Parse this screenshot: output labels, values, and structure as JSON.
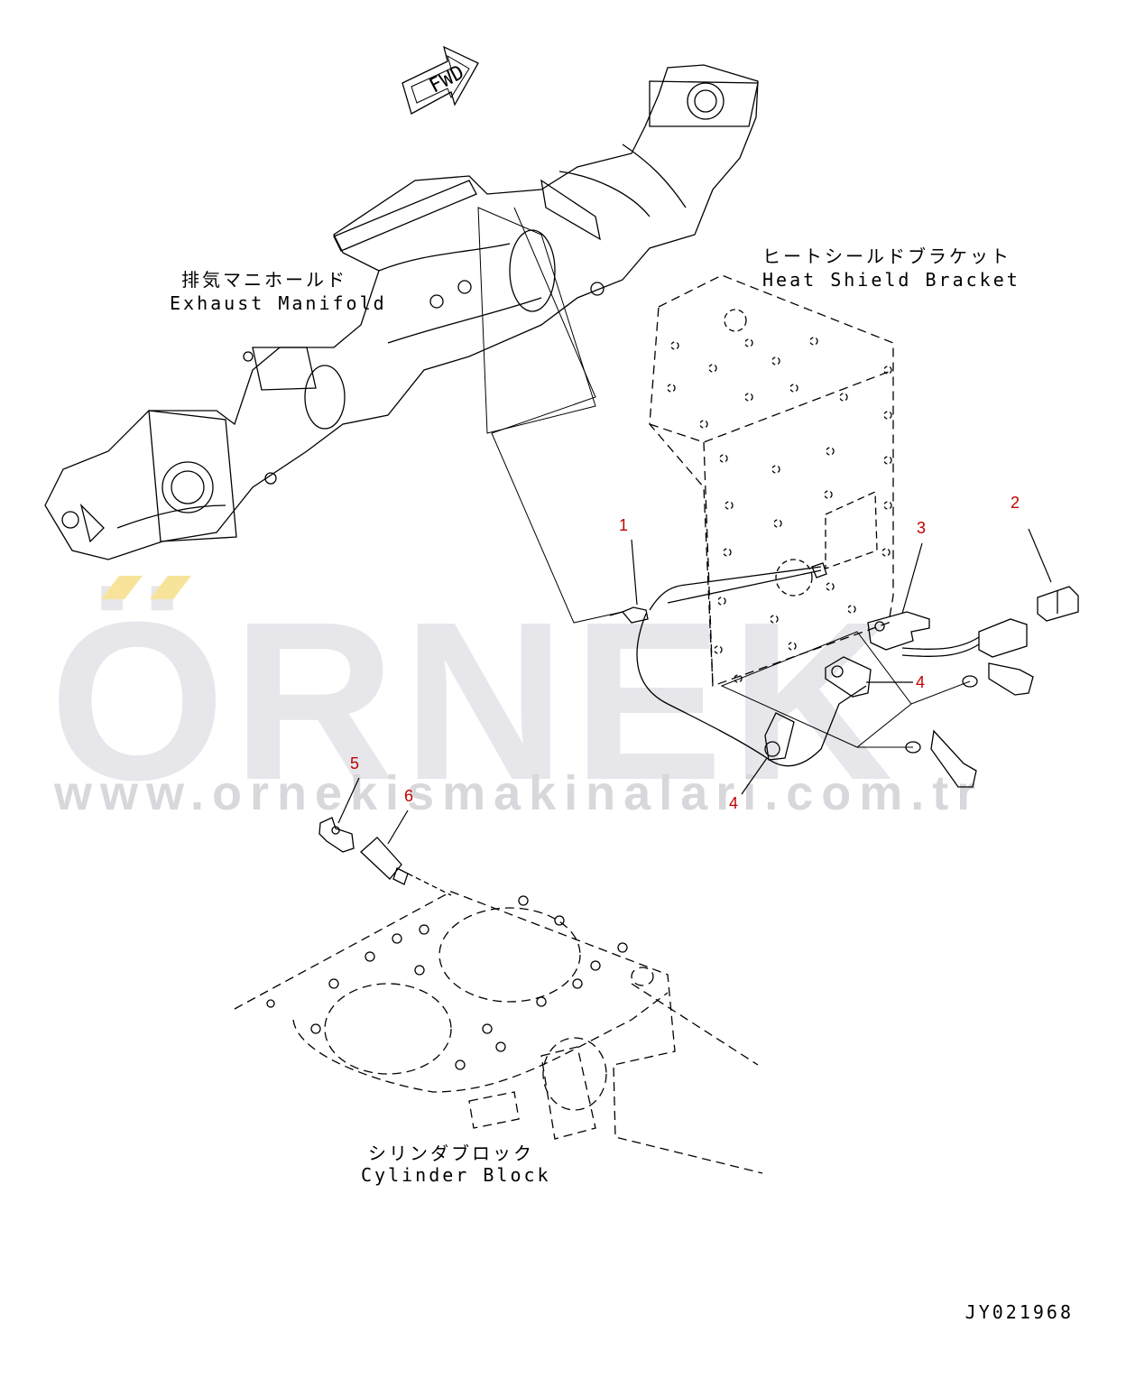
{
  "labels": {
    "exhaust_manifold_jp": "排気マニホールド",
    "exhaust_manifold_en": "Exhaust Manifold",
    "heat_shield_jp": "ヒートシールドブラケット",
    "heat_shield_en": "Heat Shield Bracket",
    "cylinder_block_jp": "シリンダブロック",
    "cylinder_block_en": "Cylinder Block",
    "fwd": "FWD"
  },
  "callouts": [
    "1",
    "2",
    "3",
    "4",
    "4",
    "5",
    "6"
  ],
  "drawing_code": "JY021968",
  "watermark": {
    "brand": "ÖRNEK",
    "url": "www.ornekismakinalari.com.tr",
    "accent_color": "#f7e49a"
  },
  "colors": {
    "line": "#000000",
    "callout": "#c00000",
    "watermark": "#e2e2e8"
  }
}
